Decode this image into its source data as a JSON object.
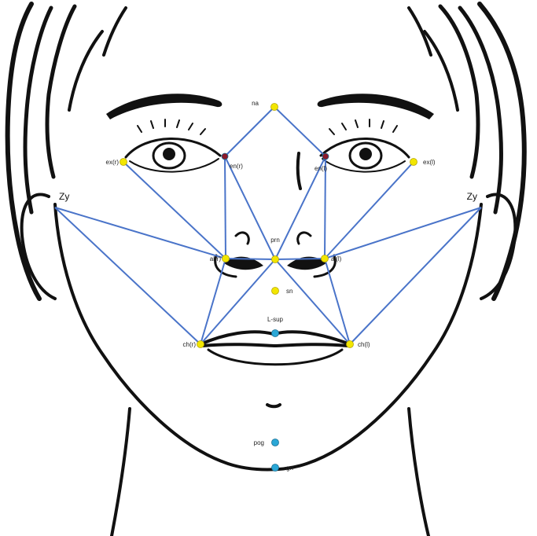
{
  "colors": {
    "connector": "#4a74c9",
    "ink": "#111111",
    "point_yellow": "#f2e600",
    "point_teal": "#2aa7d6",
    "point_red": "#8b1a2b"
  },
  "landmarks": {
    "na": {
      "label": "na",
      "color": "yellow"
    },
    "en_r": {
      "label": "en(r)",
      "color": "red"
    },
    "en_l": {
      "label": "en(l)",
      "color": "red"
    },
    "ex_r": {
      "label": "ex(r)",
      "color": "yellow"
    },
    "ex_l": {
      "label": "ex(l)",
      "color": "yellow"
    },
    "zy_r": {
      "label": "Zy",
      "color": "none"
    },
    "zy_l": {
      "label": "Zy",
      "color": "none"
    },
    "al_r": {
      "label": "al(r)",
      "color": "yellow"
    },
    "al_l": {
      "label": "al(l)",
      "color": "yellow"
    },
    "prn": {
      "label": "prn",
      "color": "yellow"
    },
    "sn": {
      "label": "sn",
      "color": "yellow"
    },
    "l_sup": {
      "label": "L-sup",
      "color": "teal"
    },
    "ch_r": {
      "label": "ch(r)",
      "color": "yellow"
    },
    "ch_l": {
      "label": "ch(l)",
      "color": "yellow"
    },
    "pog": {
      "label": "pog",
      "color": "teal"
    },
    "gn": {
      "label": "gn",
      "color": "teal"
    }
  },
  "connections": [
    [
      "na",
      "en_r"
    ],
    [
      "na",
      "en_l"
    ],
    [
      "en_r",
      "prn"
    ],
    [
      "en_l",
      "prn"
    ],
    [
      "en_r",
      "al_r"
    ],
    [
      "en_l",
      "al_l"
    ],
    [
      "ex_r",
      "al_r"
    ],
    [
      "ex_l",
      "al_l"
    ],
    [
      "zy_r",
      "al_r"
    ],
    [
      "zy_l",
      "al_l"
    ],
    [
      "zy_r",
      "ch_r"
    ],
    [
      "zy_l",
      "ch_l"
    ],
    [
      "al_r",
      "prn"
    ],
    [
      "al_l",
      "prn"
    ],
    [
      "al_r",
      "ch_r"
    ],
    [
      "al_l",
      "ch_l"
    ],
    [
      "prn",
      "ch_r"
    ],
    [
      "prn",
      "ch_l"
    ]
  ]
}
